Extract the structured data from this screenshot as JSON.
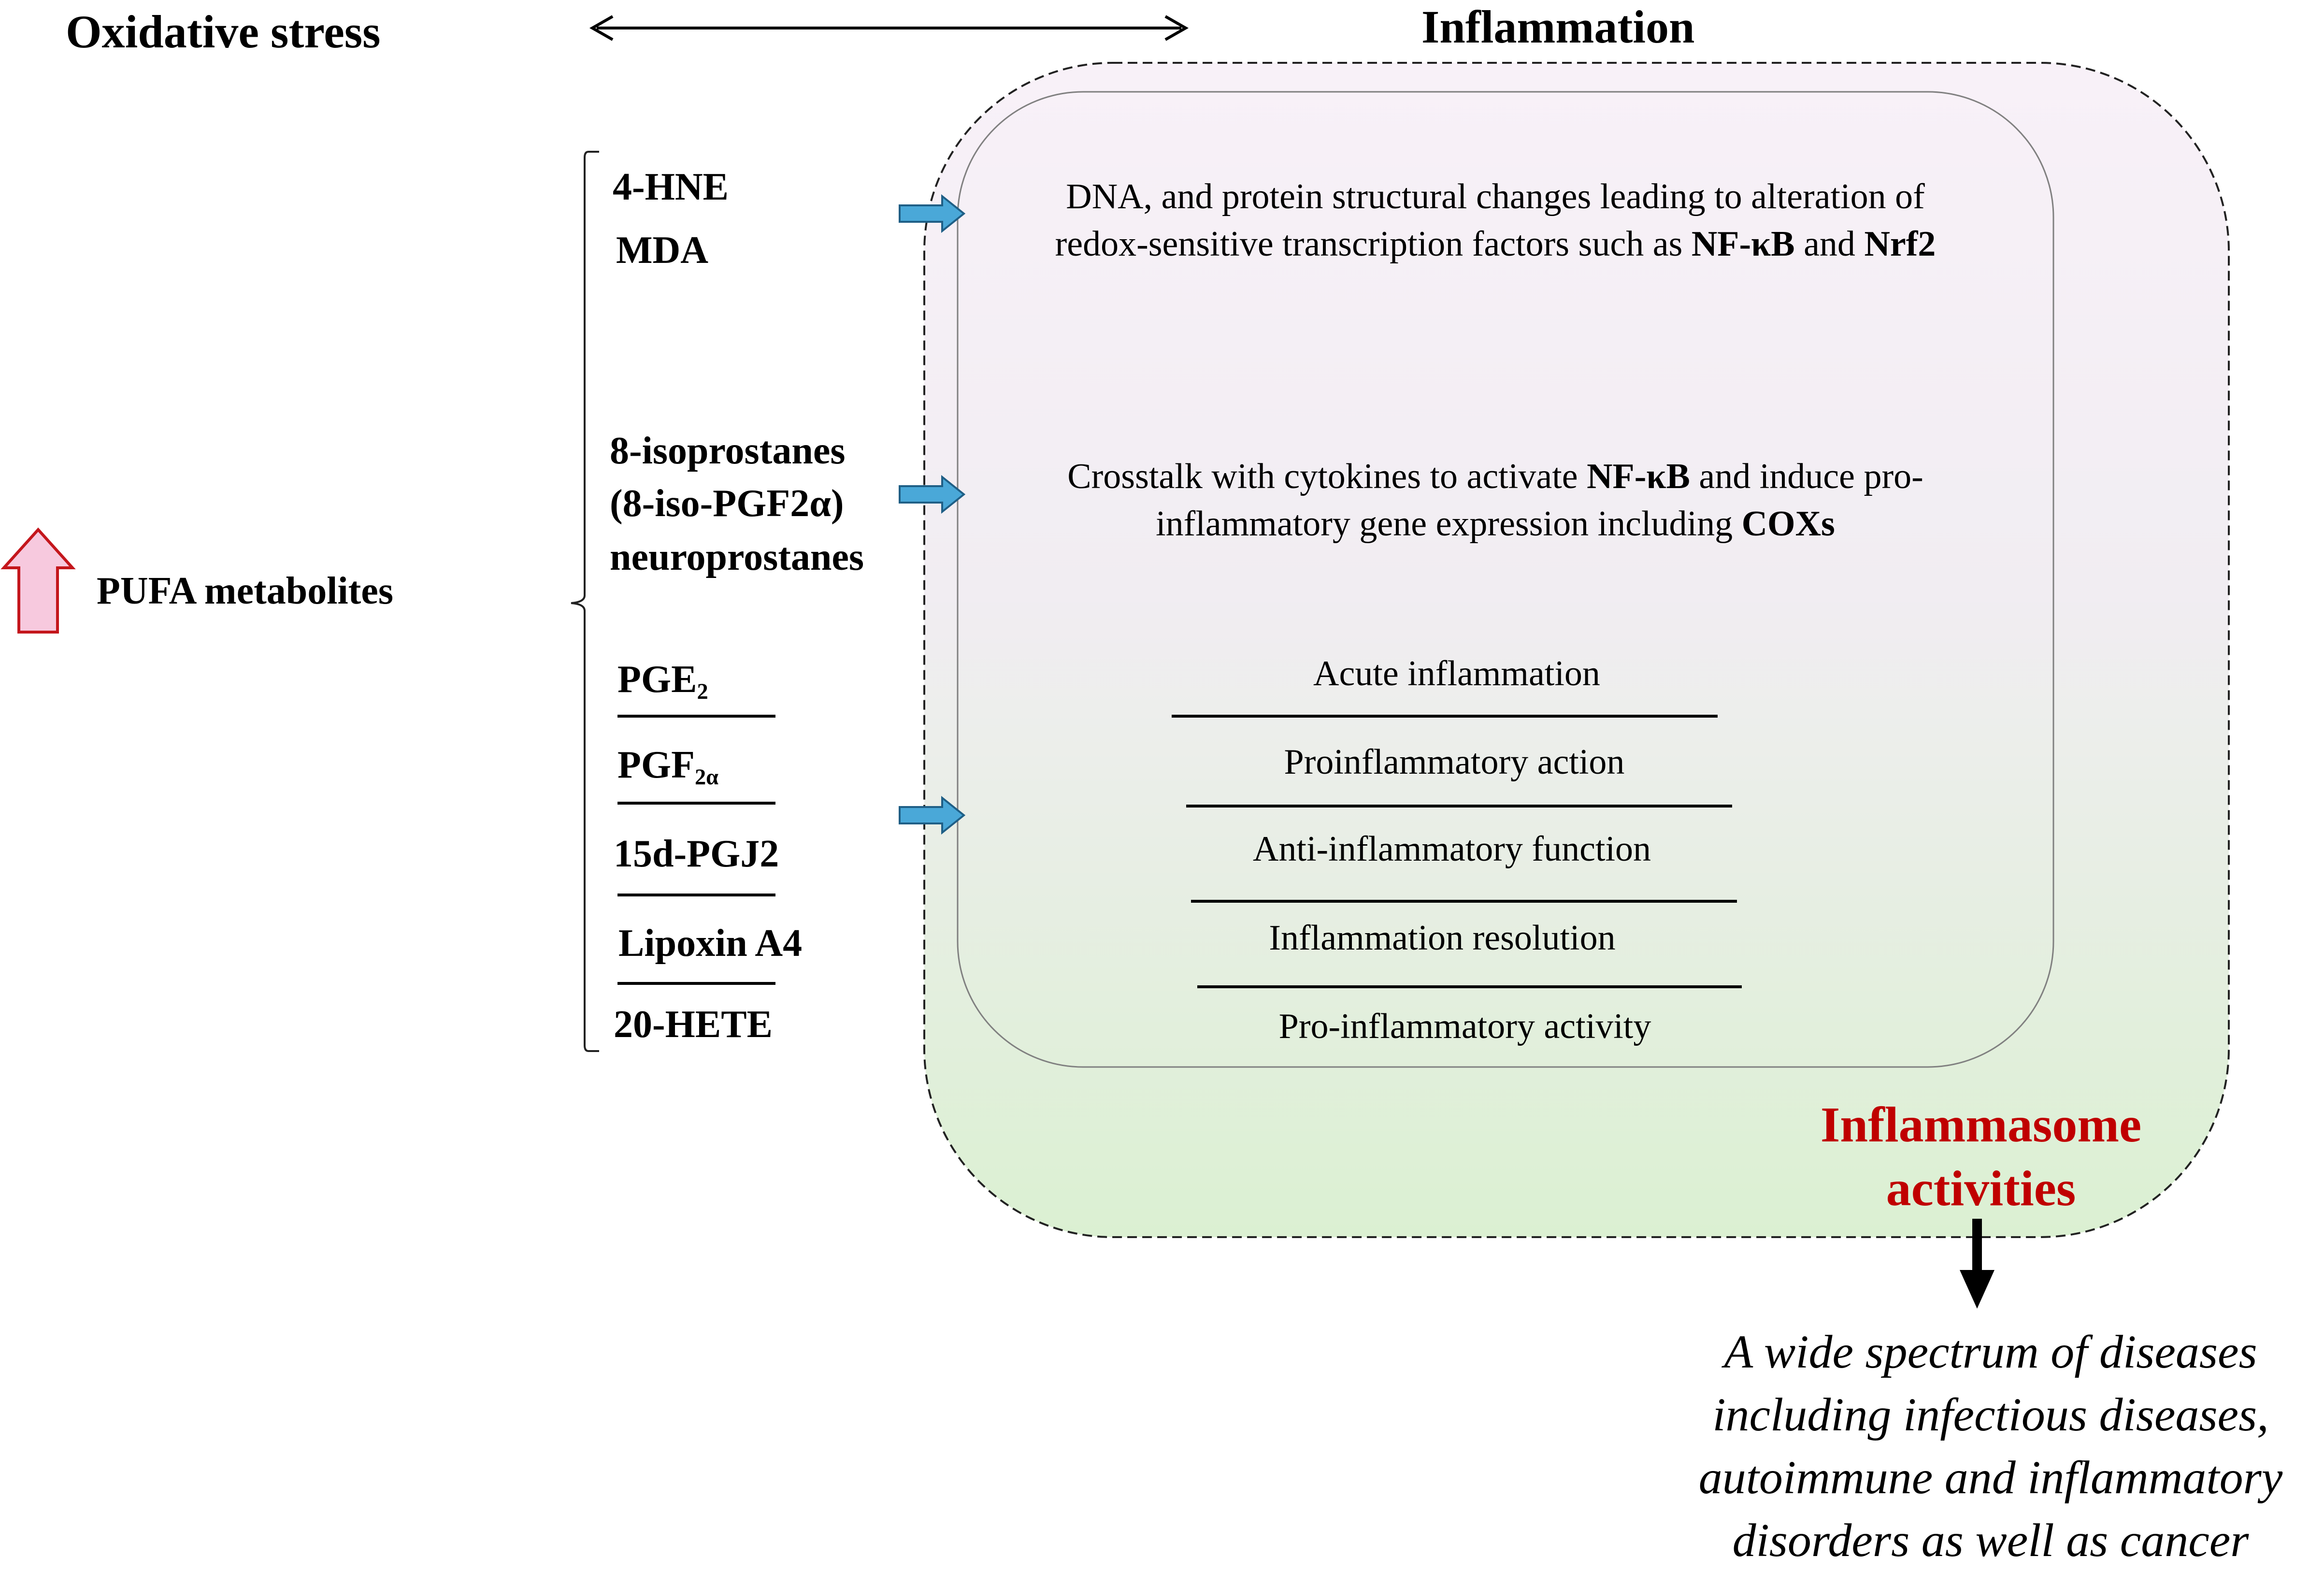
{
  "headers": {
    "oxidative_stress": "Oxidative stress",
    "inflammation": "Inflammation"
  },
  "pufa": {
    "label": "PUFA metabolites"
  },
  "metabolites": {
    "hne": "4-HNE",
    "mda": "MDA",
    "isoprostanes": "8-isoprostanes",
    "iso_pgf": "(8-iso-PGF2α)",
    "neuroprostanes": "neuroprostanes",
    "pge_base": "PGE",
    "pge_sub": "2",
    "pgf_base": "PGF",
    "pgf_sub": "2α",
    "pgj2": "15d-PGJ2",
    "lipoxin": "Lipoxin A4",
    "hete": "20-HETE"
  },
  "effects": {
    "dna_line1": "DNA, and protein structural changes leading to alteration of",
    "dna_line2_pre": "redox-sensitive transcription factors such as ",
    "dna_nfkb": "NF-κB",
    "dna_and": " and ",
    "dna_nrf2": "Nrf2",
    "cross_line1_pre": "Crosstalk with cytokines to activate ",
    "cross_nfkb": "NF-κB",
    "cross_line1_post": " and induce pro-",
    "cross_line2_pre": "inflammatory gene expression including ",
    "cross_coxs": "COXs"
  },
  "roles": {
    "acute": "Acute inflammation",
    "proinflammatory_action": "Proinflammatory action",
    "anti_inflammatory": "Anti-inflammatory function",
    "resolution": "Inflammation resolution",
    "pro_inflammatory_activity": "Pro-inflammatory activity"
  },
  "inflammasome": {
    "line1": "Inflammasome",
    "line2": "activities"
  },
  "outcome": {
    "line1": "A wide spectrum of diseases",
    "line2": "including infectious diseases,",
    "line3": "autoimmune and inflammatory",
    "line4": "disorders as well as cancer"
  },
  "colors": {
    "box_top": "#f8f1f8",
    "box_bottom": "#dcf0d3",
    "arrow_fill": "#4aa8d8",
    "arrow_stroke": "#1f5f86",
    "pufa_arrow_fill": "#f7c9de",
    "pufa_arrow_stroke": "#c4161c",
    "inflammasome_text": "#c00000"
  }
}
